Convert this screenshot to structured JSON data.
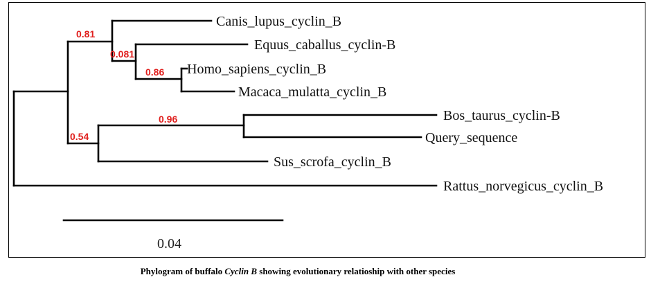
{
  "tree": {
    "leaves": [
      {
        "id": "canis",
        "label": "Canis_lupus_cyclin_B"
      },
      {
        "id": "equus",
        "label": "Equus_caballus_cyclin-B"
      },
      {
        "id": "homo",
        "label": "Homo_sapiens_cyclin_B"
      },
      {
        "id": "macaca",
        "label": "Macaca_mulatta_cyclin_B"
      },
      {
        "id": "bos",
        "label": "Bos_taurus_cyclin-B"
      },
      {
        "id": "query",
        "label": "Query_sequence"
      },
      {
        "id": "sus",
        "label": "Sus_scrofa_cyclin_B"
      },
      {
        "id": "rattus",
        "label": "Rattus_norvegicus_cyclin_B"
      }
    ],
    "support_values": [
      {
        "id": "s1",
        "value": "0.81"
      },
      {
        "id": "s2",
        "value": "0.081"
      },
      {
        "id": "s3",
        "value": "0.86"
      },
      {
        "id": "s4",
        "value": "0.96"
      },
      {
        "id": "s5",
        "value": "0.54"
      }
    ],
    "scale_bar": {
      "label": "0.04"
    },
    "colors": {
      "branch": "#000000",
      "support": "#e0201e"
    }
  },
  "caption": {
    "prefix": "Phylogram of buffalo ",
    "italic": "Cyclin B",
    "suffix": " showing evolutionary relatioship with other species"
  }
}
